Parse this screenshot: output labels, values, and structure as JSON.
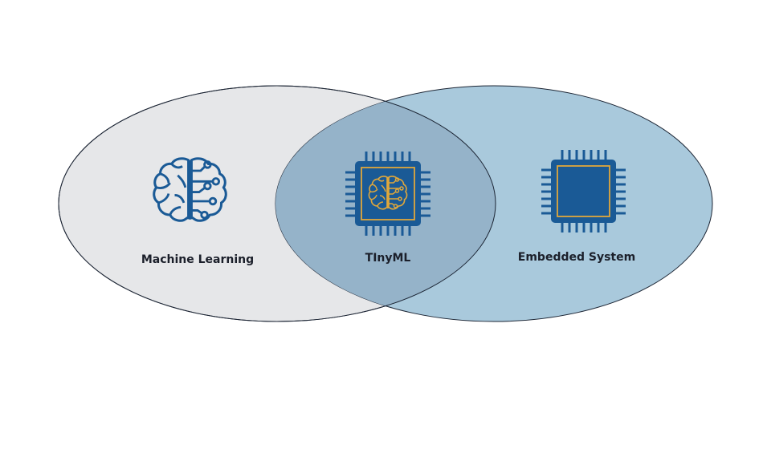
{
  "diagram": {
    "left_set": {
      "label": "Machine Learning",
      "icon": "brain-circuit-icon",
      "fill_color": "#e6e7e9"
    },
    "right_set": {
      "label": "Embedded System",
      "icon": "microchip-icon",
      "fill_color": "#a9c9dc"
    },
    "intersection": {
      "label": "TInyML",
      "icon": "chip-with-brain-icon",
      "fill_color": "#8fb0c7"
    },
    "colors": {
      "outline": "#1b2433",
      "icon_blue": "#1a5a96",
      "icon_gold": "#e0a73b"
    }
  }
}
